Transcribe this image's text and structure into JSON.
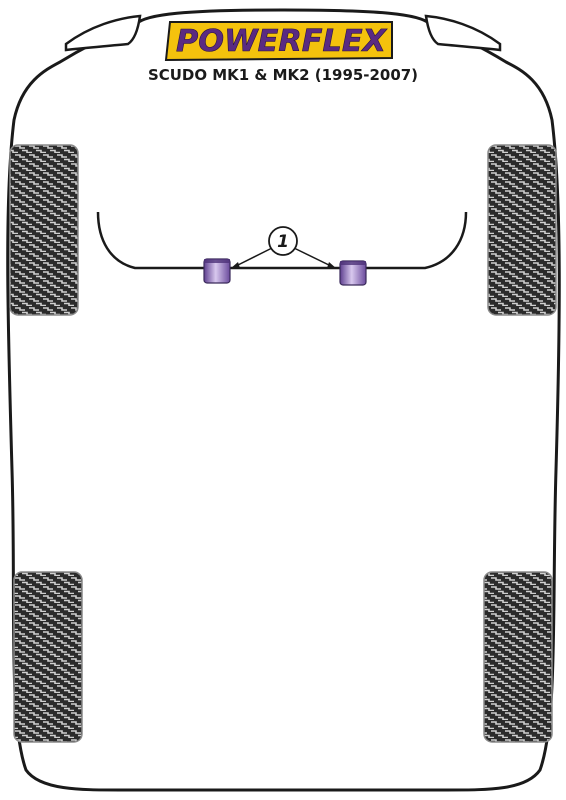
{
  "brand": {
    "logo_text": "POWERFLEX",
    "colors": {
      "logo_fill": "#f4c20d",
      "logo_text": "#5a2a82",
      "logo_outline": "#1a1a1a"
    }
  },
  "vehicle": {
    "model_title": "SCUDO MK1 & MK2 (1995-2007)"
  },
  "parts": [
    {
      "number": "1",
      "description_icon": "anti-roll-bar-bush",
      "quantity_shown": 2
    }
  ],
  "colors": {
    "outline": "#1a1a1a",
    "tyre_dark": "#2b2b2b",
    "tyre_light": "#c9c9c9",
    "bush_purple": "#8a6bb8",
    "bush_highlight": "#d8c8ee"
  }
}
